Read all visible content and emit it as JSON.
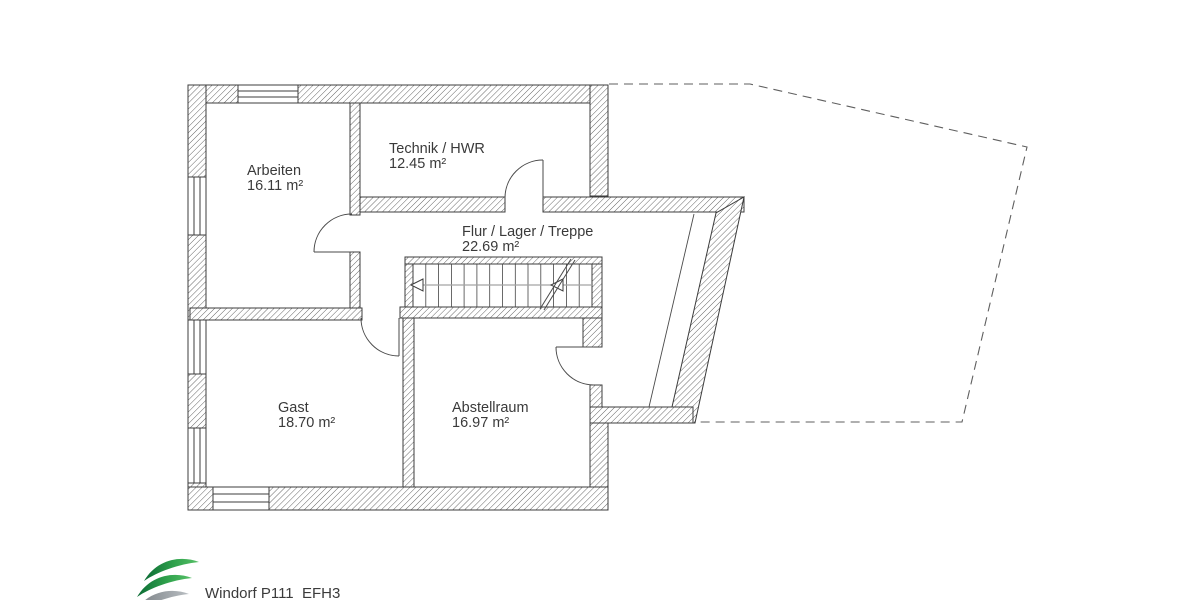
{
  "title": "Windorf P111_EFH3",
  "rooms": {
    "arbeiten": {
      "name": "Arbeiten",
      "area": "16.11 m²"
    },
    "technik": {
      "name": "Technik / HWR",
      "area": "12.45 m²"
    },
    "flur": {
      "name": "Flur / Lager / Treppe",
      "area": "22.69 m²"
    },
    "gast": {
      "name": "Gast",
      "area": "18.70 m²"
    },
    "abstellraum": {
      "name": "Abstellraum",
      "area": "16.97 m²"
    }
  },
  "colors": {
    "wall_line": "#3c3c3c",
    "text": "#3a3a3a",
    "walking_line": "#a3a3a3",
    "dashed_boundary": "#5f5f5f",
    "logo_green_dark": "#0c6b35",
    "logo_green": "#2fa24c",
    "logo_gray": "#8f959a"
  }
}
